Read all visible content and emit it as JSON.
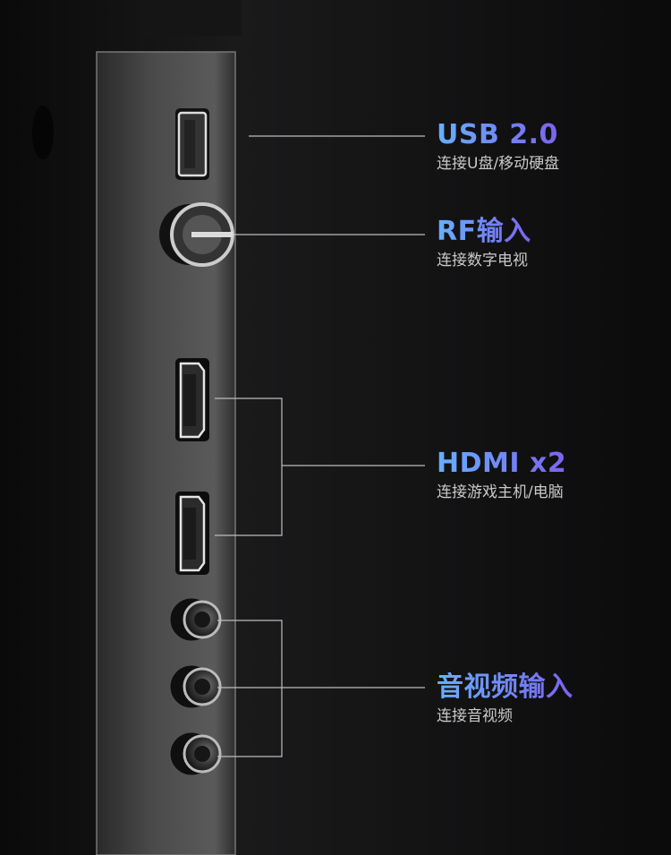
{
  "ports": [
    {
      "title": "USB 2.0",
      "subtitle": "连接U盘/移动硬盘"
    },
    {
      "title": "RF输入",
      "subtitle": "连接数字电视"
    },
    {
      "title": "HDMI x2",
      "subtitle": "连接游戏主机/电脑"
    },
    {
      "title": "音视频输入",
      "subtitle": "连接音视频"
    }
  ],
  "colors": {
    "title_start": "#66b0ff",
    "title_end": "#7b63ee",
    "subtitle": "#c9c9c9",
    "background": "#0c0c0d"
  }
}
